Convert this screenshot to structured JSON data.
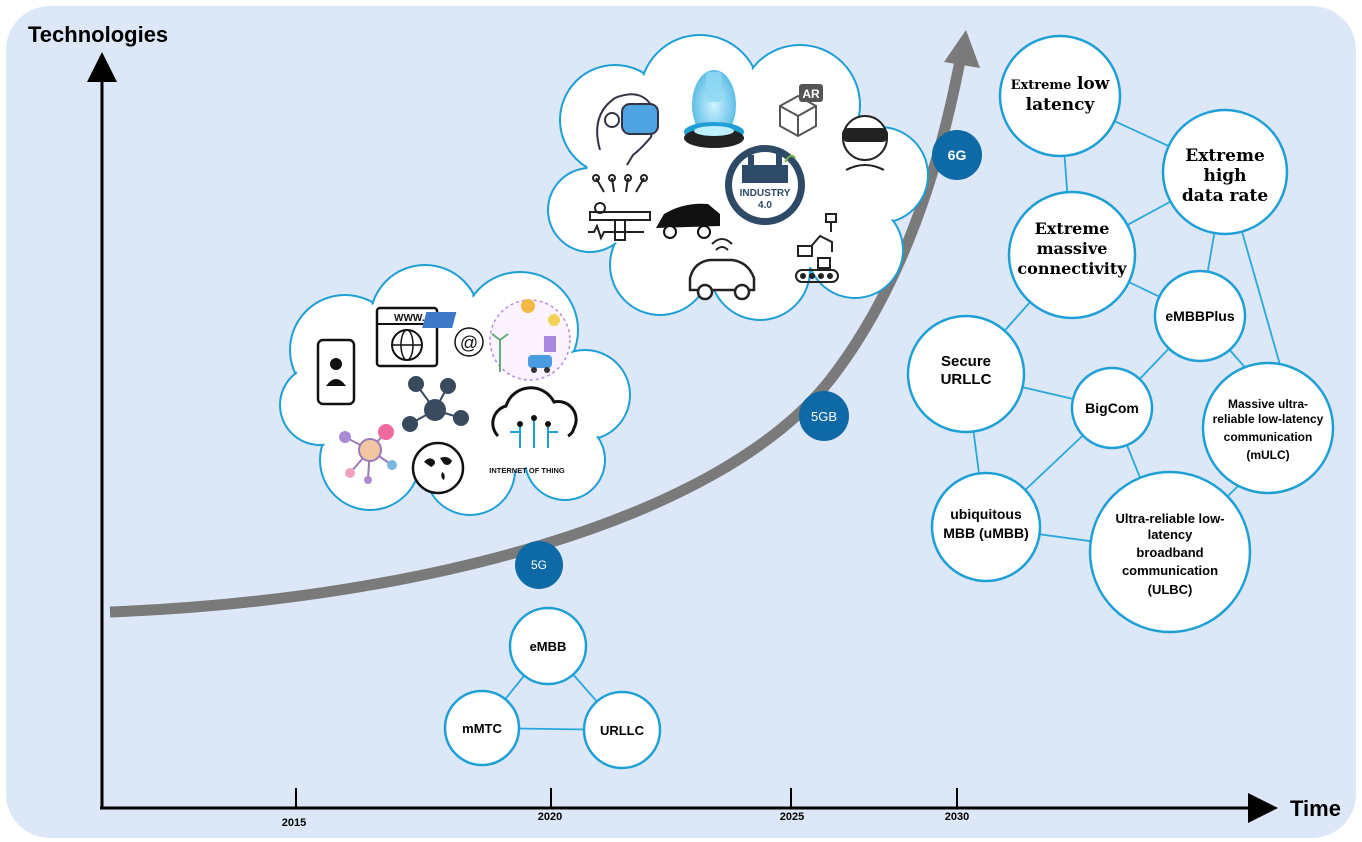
{
  "axes": {
    "y_label": "Technologies",
    "x_label": "Time",
    "x_ticks": [
      "2015",
      "2020",
      "2025",
      "2030"
    ]
  },
  "milestones": [
    {
      "id": "5g",
      "label": "5G"
    },
    {
      "id": "5gb",
      "label": "5GB"
    },
    {
      "id": "6g",
      "label": "6G"
    }
  ],
  "clouds": {
    "g5": {
      "icons": [
        "smartphone-user-icon",
        "www-browser-icon",
        "at-sign-icon",
        "smart-energy-icon",
        "network-people-icon",
        "social-network-icon",
        "world-map-icon",
        "iot-cloud-icon"
      ],
      "iot_caption": "INTERNET OF THING"
    },
    "g6": {
      "icons": [
        "vr-headset-icon",
        "hologram-icon",
        "ar-cube-icon",
        "vr-person-icon",
        "robotic-surgery-icon",
        "industry-factory-icon",
        "car-icon",
        "connected-car-icon",
        "robot-arm-conveyor-icon"
      ],
      "ar_caption": "AR",
      "industry_caption_1": "INDUSTRY",
      "industry_caption_2": "4.0"
    }
  },
  "g5_services": [
    {
      "id": "embb",
      "label": "eMBB"
    },
    {
      "id": "mmtc",
      "label": "mMTC"
    },
    {
      "id": "urllc",
      "label": "URLLC"
    }
  ],
  "g6_services": {
    "extreme_low_latency": {
      "line1_small": "Extreme",
      "line1_big": "low",
      "line2": "latency"
    },
    "extreme_high_data_rate": {
      "lines": [
        "Extreme",
        "high",
        "data rate"
      ]
    },
    "extreme_massive_connectivity": {
      "lines": [
        "Extreme",
        "massive",
        "connectivity"
      ]
    },
    "embbplus": {
      "lines": [
        "eMBBPlus"
      ]
    },
    "secure_urllc": {
      "lines": [
        "Secure",
        "URLLC"
      ]
    },
    "bigcom": {
      "lines": [
        "BigCom"
      ]
    },
    "mulc": {
      "lines": [
        "Massive ultra-",
        "reliable low-latency",
        "communication",
        "(mULC)"
      ]
    },
    "umbb": {
      "lines": [
        "ubiquitous",
        "MBB (uMBB)"
      ]
    },
    "ulbc": {
      "lines": [
        "Ultra-reliable low-",
        "latency",
        "broadband",
        "communication",
        "(ULBC)"
      ]
    }
  },
  "colors": {
    "background": "#dce8f8",
    "node_stroke": "#1e9fd6",
    "edge": "#2aa8de",
    "milestone": "#0d6aa6",
    "curve": "#7a7a7a"
  }
}
